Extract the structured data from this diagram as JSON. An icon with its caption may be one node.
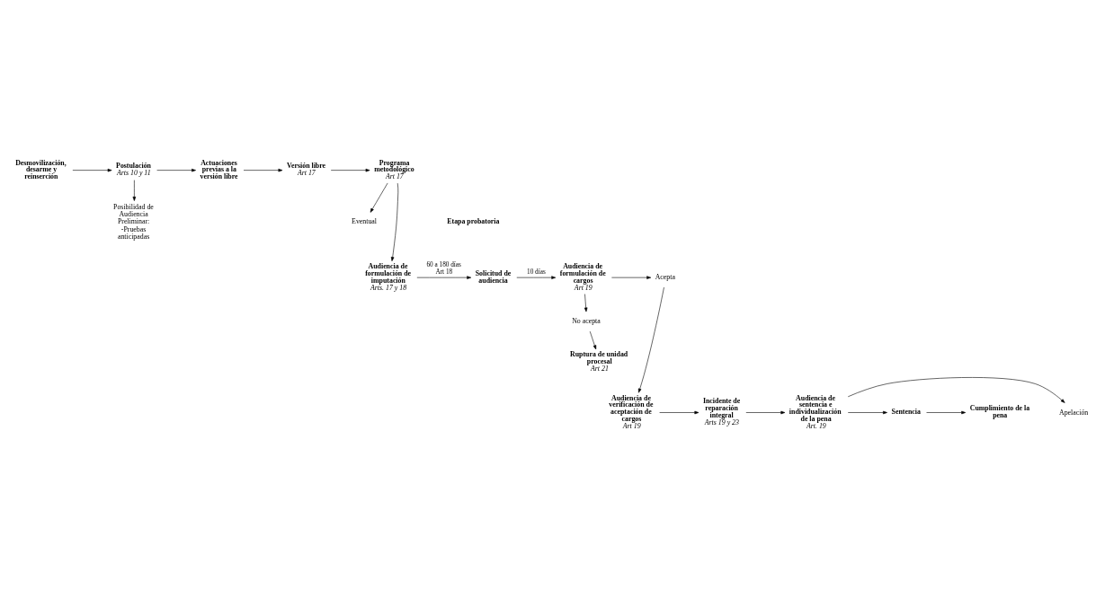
{
  "diagram": {
    "nodes": [
      {
        "text": [
          "Desmovilización, desarme y reinserción"
        ]
      },
      {
        "text": [
          "Postulación",
          "Arts 10 y 11"
        ]
      },
      {
        "text": [
          "Actuaciones previas a la versión libre"
        ]
      },
      {
        "text": [
          "Posibilidad de Audiencia Preliminar: -Pruebas anticipadas"
        ]
      },
      {
        "text": [
          "Versión libre",
          "Art 17"
        ]
      },
      {
        "text": [
          "Programa metodológico",
          "Art 17"
        ]
      },
      {
        "text": [
          "Eventual"
        ]
      },
      {
        "text": [
          "Audiencia de formulación de imputación",
          "Arts. 17 y 18"
        ]
      },
      {
        "text": [
          "Solicitud de audiencia"
        ]
      },
      {
        "text": [
          "Audiencia de formulación de cargos",
          "Art 19"
        ]
      },
      {
        "text": [
          "Acepta"
        ]
      },
      {
        "text": [
          "No acepta"
        ]
      },
      {
        "text": [
          "Ruptura de unidad procesal",
          "Art 21"
        ]
      },
      {
        "text": [
          "Audiencia de verificación de aceptación de cargos",
          "Art 19"
        ]
      },
      {
        "text": [
          "Incidente de reparación integral",
          "Arts 19 y 23"
        ]
      },
      {
        "text": [
          "Audiencia de sentencia e individualización de la pena",
          "Art. 19"
        ]
      },
      {
        "text": [
          "Apelación"
        ]
      },
      {
        "text": [
          "Sentencia"
        ]
      },
      {
        "text": [
          "Cumplimiento de la pena"
        ]
      }
    ],
    "edges": [
      {
        "from": 0,
        "to": 1,
        "arrow": "to"
      },
      {
        "from": 1,
        "to": 2,
        "arrow": "to"
      },
      {
        "from": 1,
        "to": 3,
        "arrow": "to"
      },
      {
        "from": 2,
        "to": 4,
        "arrow": "to"
      },
      {
        "from": 4,
        "to": 5,
        "arrow": "to"
      },
      {
        "from": 5,
        "to": 7,
        "arrow": "to"
      },
      {
        "from": 5,
        "to": 6,
        "arrow": "to"
      },
      {
        "from": 7,
        "to": 8,
        "arrow": "to",
        "label": "60 a 180 días Art 18"
      },
      {
        "from": 8,
        "to": 9,
        "arrow": "to",
        "label": "10 días"
      },
      {
        "from": 9,
        "to": 10,
        "arrow": "to"
      },
      {
        "from": 9,
        "to": 11,
        "arrow": "to"
      },
      {
        "from": 11,
        "to": 12,
        "arrow": "to"
      },
      {
        "from": 10,
        "to": 13,
        "arrow": "to"
      },
      {
        "from": 13,
        "to": 14,
        "arrow": "to"
      },
      {
        "from": 14,
        "to": 15,
        "arrow": "to"
      },
      {
        "from": 15,
        "to": 17,
        "arrow": "to"
      },
      {
        "from": 15,
        "to": 16,
        "arrow": "to"
      },
      {
        "from": 17,
        "to": 18,
        "arrow": "to"
      }
    ],
    "labels": [
      "Etapa probatoria"
    ]
  }
}
